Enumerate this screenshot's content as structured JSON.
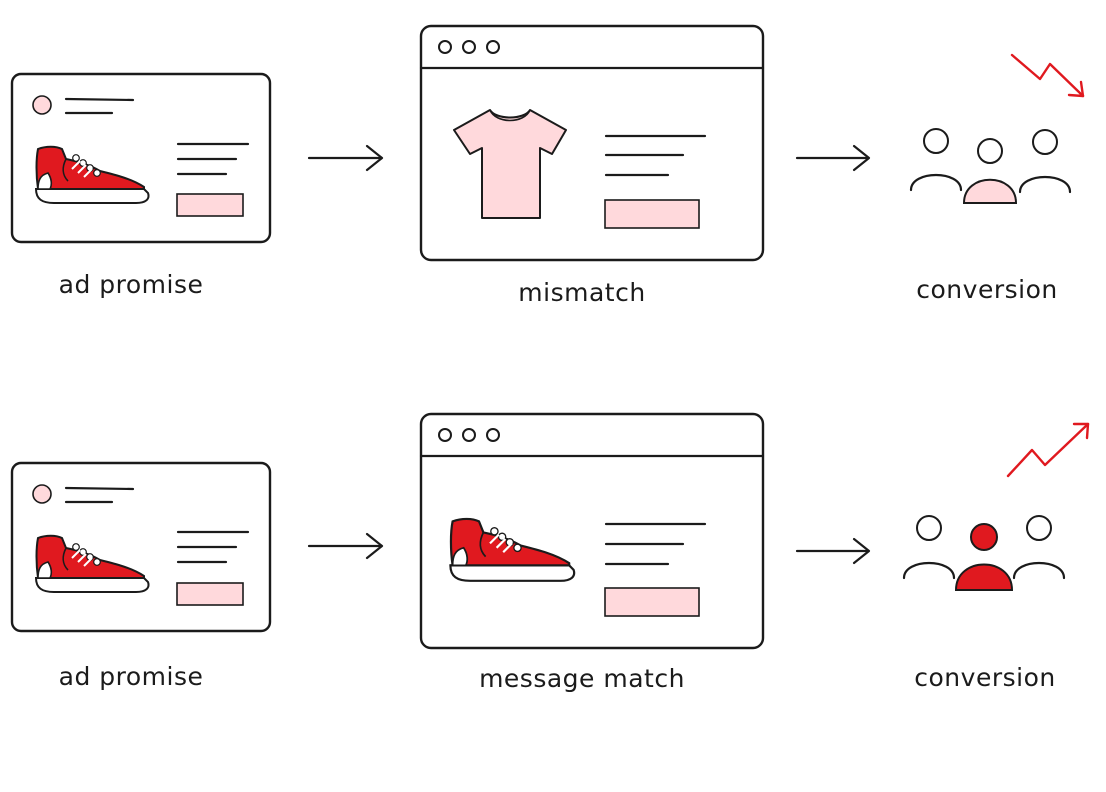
{
  "rows": [
    {
      "id": "mismatch",
      "ad_caption": "ad promise",
      "landing_caption": "mismatch",
      "landing_product": "tshirt-icon",
      "conversion_caption": "conversion",
      "trend": "down",
      "trend_icon": "trend-down-arrow-icon"
    },
    {
      "id": "match",
      "ad_caption": "ad promise",
      "landing_caption": "message match",
      "landing_product": "sneaker-icon",
      "conversion_caption": "conversion",
      "trend": "up",
      "trend_icon": "trend-up-arrow-icon"
    }
  ],
  "colors": {
    "ink": "#1b1b1b",
    "accent_red": "#e0191f",
    "light_pink": "#ffd9dc"
  }
}
